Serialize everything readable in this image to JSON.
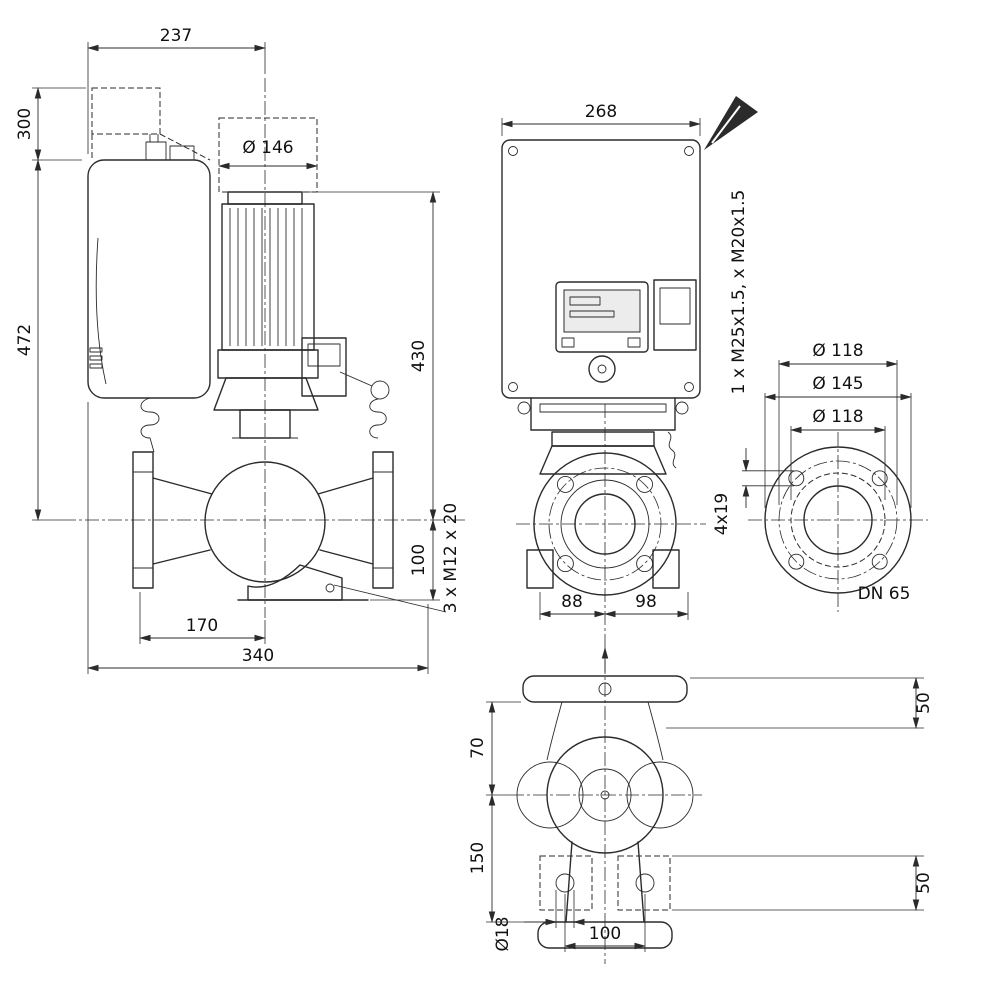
{
  "views": {
    "side": {
      "module_width": "237",
      "cover_height": "300",
      "overall_height": "472",
      "motor_diameter": "Ø 146",
      "motor_height": "430",
      "center_to_base": "100",
      "foot_thread_note": "3 x M12 x 20",
      "suction_to_center": "170",
      "overall_length": "340"
    },
    "front": {
      "width": "268",
      "left_of_center": "88",
      "right_of_center": "98",
      "cable_gland_note": "1 x M25x1.5, x M20x1.5"
    },
    "flange": {
      "bolt_circle": "Ø 118",
      "outer_diameter": "Ø 145",
      "inner_diameter": "Ø 118",
      "bolt_holes": "4x19",
      "nominal": "DN 65"
    },
    "top": {
      "port_offset": "50",
      "center_to_top_flange": "70",
      "center_to_bottom_flange": "150",
      "foot_pad_height": "50",
      "foot_hole_spacing": "100",
      "foot_hole_diameter": "Ø18"
    }
  }
}
